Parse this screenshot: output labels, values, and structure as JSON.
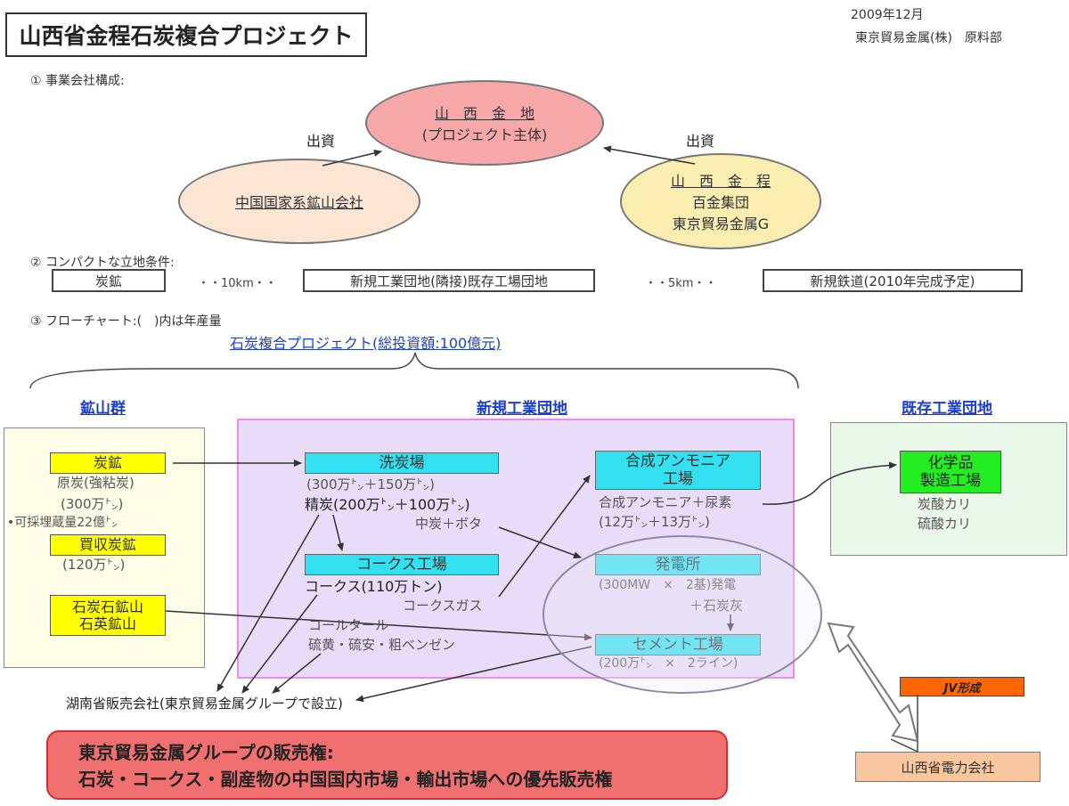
{
  "header": {
    "title": "山西省金程石炭複合プロジェクト",
    "date": "2009年12月",
    "dept": "東京貿易金属(株)　原料部"
  },
  "section1": {
    "label": "① 事業会社構成:",
    "center_title": "山　西　金　地",
    "center_sub": "(プロジェクト主体)",
    "left_investor": "中国国家系鉱山会社",
    "right_title": "山　西　金　程",
    "right_line1": "百金集団",
    "right_line2": "東京貿易金属G",
    "invest_left": "出資",
    "invest_right": "出資"
  },
  "section2": {
    "label": "② コンパクトな立地条件:",
    "box1": "炭鉱",
    "dist1": "・・10km・・",
    "box2": "新規工業団地(隣接)既存工場団地",
    "dist2": "・・5km・・",
    "box3": "新規鉄道(2010年完成予定)"
  },
  "section3": {
    "label": "③ フローチャート:(　)内は年産量",
    "project": "石炭複合プロジェクト(総投資額:100億元)",
    "region_left": "鉱山群",
    "region_mid": "新規工業団地",
    "region_right": "既存工業団地"
  },
  "mines": {
    "coal_mine": "炭鉱",
    "coal_raw": "原炭(強粘炭)",
    "coal_amount": "(300万㌧)",
    "reserve": "•可採埋蔵量22億㌧",
    "acquired": "買収炭鉱",
    "acquired_amount": "(120万㌧)",
    "quartz_line1": "石炭石鉱山",
    "quartz_line2": "石英鉱山"
  },
  "plants": {
    "washing": "洗炭場",
    "washing_cap": "(300万㌧＋150万㌧)",
    "clean_coal": "精炭(200万㌧＋100万㌧)",
    "middling": "中炭＋ボタ",
    "coke_plant": "コークス工場",
    "coke_output": "コークス(110万トン)",
    "coke_gas": "コークスガス",
    "coal_tar": "コールタール",
    "byproducts": "硫黄・硫安・粗ベンゼン",
    "ammonia_line1": "合成アンモニア",
    "ammonia_line2": "工場",
    "ammonia_out": "合成アンモニア＋尿素",
    "ammonia_cap": "(12万㌧＋13万㌧)",
    "power": "発電所",
    "power_cap": "(300MW　×　2基)発電",
    "power_ash": "＋石炭灰",
    "cement": "セメント工場",
    "cement_cap": "(200万㌧　×　2ライン)",
    "chem_line1": "化学品",
    "chem_line2": "製造工場",
    "chem_p1": "炭酸カリ",
    "chem_p2": "硫酸カリ"
  },
  "sales": {
    "company": "湖南省販売会社(東京貿易金属グループで設立)",
    "rights_line1": "東京貿易金属グループの販売権:",
    "rights_line2": "石炭・コークス・副産物の中国国内市場・輸出市場への優先販売権",
    "jv": "JV形成",
    "power_company": "山西省電力会社"
  }
}
